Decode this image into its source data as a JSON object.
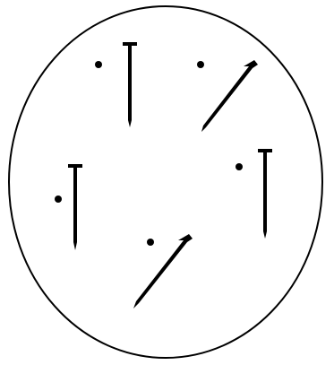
{
  "figure": {
    "description": "",
    "outline_color": "#000000",
    "background_color": "#ffffff",
    "nail_color": "#000000",
    "dot_color": "#000000",
    "items": [
      {
        "id": "nail-1",
        "kind": "nail",
        "orientation": "vertical"
      },
      {
        "id": "nail-2",
        "kind": "nail",
        "orientation": "diagonal"
      },
      {
        "id": "nail-3",
        "kind": "nail",
        "orientation": "vertical"
      },
      {
        "id": "nail-4",
        "kind": "nail",
        "orientation": "vertical"
      },
      {
        "id": "nail-5",
        "kind": "nail",
        "orientation": "diagonal"
      }
    ]
  }
}
